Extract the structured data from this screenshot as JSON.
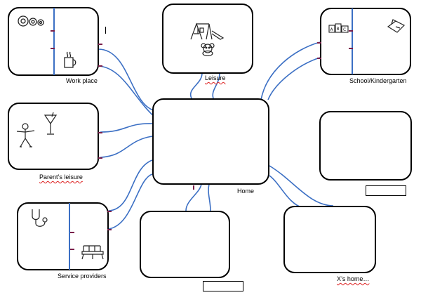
{
  "nodes": {
    "center_label": "Home",
    "work": "Work place",
    "leisure": "Leisure",
    "school": "School/Kindergarten",
    "parent": "Parent’s leisure",
    "service": "Service providers",
    "xhome": "X’s home…"
  },
  "icons": {
    "work": [
      "gears-icon",
      "coffee-mug-icon"
    ],
    "leisure": [
      "playground-icon",
      "teddy-bear-icon"
    ],
    "school": [
      "abc-blocks-icon",
      "school-bag-icon"
    ],
    "parent": [
      "exercising-person-icon",
      "cocktail-glass-icon"
    ],
    "service": [
      "stethoscope-icon",
      "waiting-bench-icon"
    ]
  },
  "colors": {
    "connector": "#3b6fc4",
    "tick": "#7a1f4a",
    "border": "#000000"
  }
}
